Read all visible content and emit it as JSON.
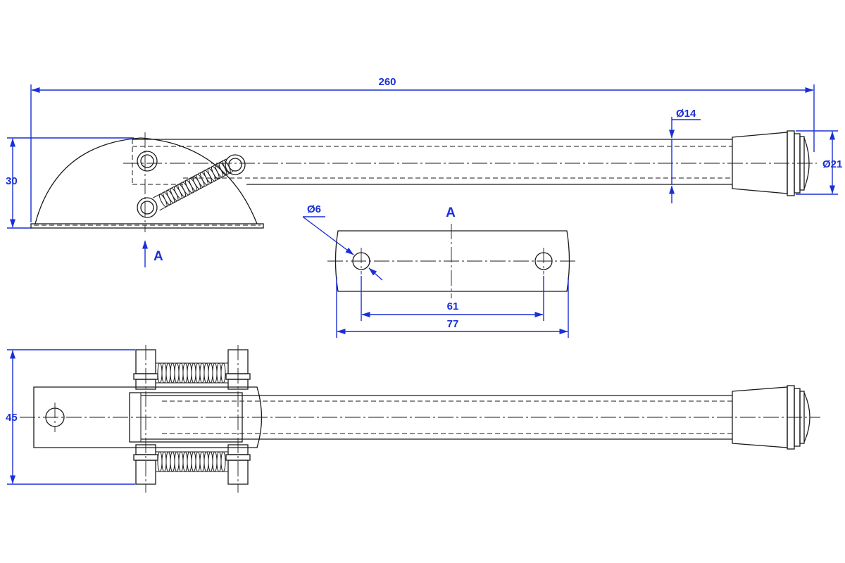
{
  "dimensions": {
    "overall_length": "260",
    "height": "30",
    "width": "45",
    "tube_diameter": "Ø14",
    "tip_diameter": "Ø21",
    "hole_diameter": "Ø6",
    "hole_spacing": "61",
    "plate_length": "77"
  },
  "views": {
    "section_label": "A",
    "arrow_label": "A"
  },
  "colors": {
    "dimension": "#1a2fd6",
    "part_line": "#1a1a1a"
  }
}
